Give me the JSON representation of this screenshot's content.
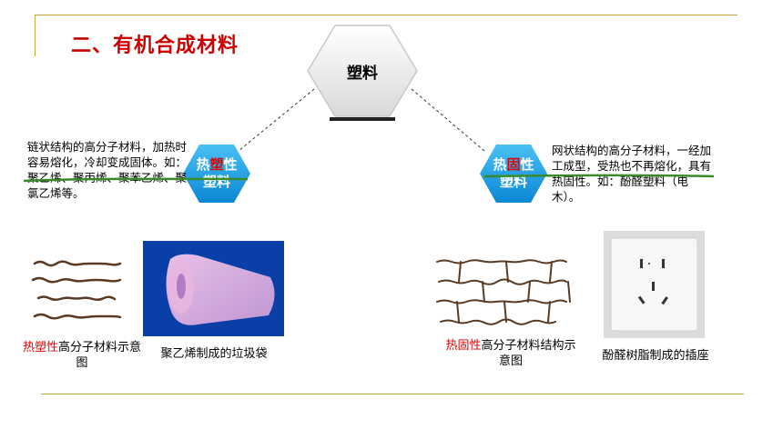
{
  "title": "二、有机合成材料",
  "center_hex": {
    "label": "塑料"
  },
  "left": {
    "hex_label_prefix": "热",
    "hex_label_red": "塑",
    "hex_label_suffix": "性",
    "hex_label_line2": "塑料",
    "description": "链状结构的高分子材料，加热时容易熔化，冷却变成固体。如：聚乙烯、聚丙烯、聚苯乙烯、聚氯乙烯等。",
    "diagram_caption_red": "热塑性",
    "diagram_caption_rest": "高分子材料示意图",
    "photo_caption": "聚乙烯制成的垃圾袋"
  },
  "right": {
    "hex_label_prefix": "热",
    "hex_label_red": "固",
    "hex_label_suffix": "性",
    "hex_label_line2": "塑料",
    "description": "网状结构的高分子材料，一经加工成型，受热也不再熔化，具有热固性。如：酚醛塑料（电木）。",
    "diagram_caption_red": "热固性",
    "diagram_caption_rest": "高分子材料结构示意图",
    "photo_caption": "酚醛树脂制成的插座"
  },
  "colors": {
    "title": "#cc0000",
    "accent_line": "#c8a33a",
    "hex_blue": "#1aa3e8",
    "fiber_brown": "#5a3a22",
    "underline_green": "#3a8a2a"
  }
}
